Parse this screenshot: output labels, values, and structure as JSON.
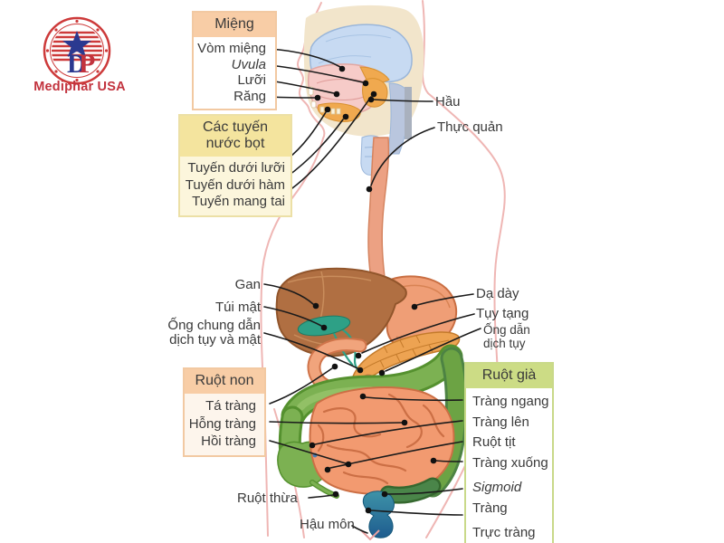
{
  "logo": {
    "brand": "Mediphar USA",
    "monogram_d": "D",
    "monogram_p": "P"
  },
  "boxes": {
    "mouth": {
      "header": "Miệng",
      "items": [
        "Vòm miệng",
        "Uvula",
        "Lưỡi",
        "Răng"
      ]
    },
    "salivary": {
      "header_line1": "Các tuyến",
      "header_line2": "nước bọt",
      "items": [
        "Tuyến dưới lưỡi",
        "Tuyến dưới hàm",
        "Tuyến mang tai"
      ]
    },
    "small_intestine": {
      "header": "Ruột non",
      "items": [
        "Tá tràng",
        "Hỗng tràng",
        "Hồi tràng"
      ]
    },
    "large_intestine": {
      "header": "Ruột già",
      "items": [
        "Tràng ngang",
        "Tràng lên",
        "Ruột tịt",
        "Tràng xuống"
      ],
      "sigmoid_line1": "Sigmoid",
      "sigmoid_line2": "Tràng",
      "rectum": "Trực tràng"
    }
  },
  "labels": {
    "pharynx": "Hầu",
    "esophagus": "Thực quản",
    "liver": "Gan",
    "gallbladder": "Túi mật",
    "common_duct_line1": "Ống chung dẫn",
    "common_duct_line2": "dịch tụy và mật",
    "stomach": "Dạ dày",
    "pancreas": "Tụy tạng",
    "pancreatic_duct_line1": "Ống dẫn",
    "pancreatic_duct_line2": "dịch tụy",
    "appendix": "Ruột thừa",
    "anus": "Hậu môn"
  },
  "colors": {
    "box_header_peach": "#f8cda6",
    "box_header_yellow": "#f4e49e",
    "box_header_green": "#ccdc85",
    "liver": "#b06f42",
    "stomach": "#ef9e76",
    "pancreas": "#eda352",
    "small_intestine": "#f29a70",
    "colon_green": "#7cb152",
    "sigmoid_green": "#4a8549",
    "rectum_teal": "#2e7f9e",
    "gallbladder_teal": "#2ea086",
    "body_outline_pink": "#efb6b4",
    "brand_red": "#c2333e",
    "line_black": "#1b1b1b"
  }
}
